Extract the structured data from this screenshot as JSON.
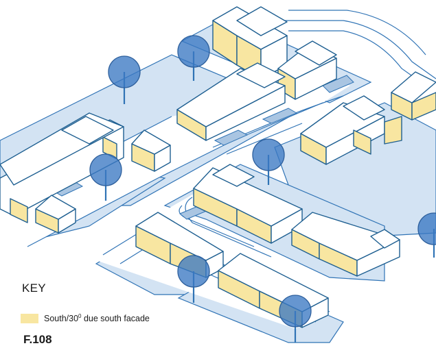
{
  "key": {
    "title": "KEY",
    "items": [
      {
        "label_main": "South/30",
        "label_sup": "0",
        "label_rest": " due south facade",
        "color": "#f8e6a1"
      }
    ]
  },
  "figure": {
    "code": "F.108"
  },
  "palette": {
    "south_facade": "#f8e6a1",
    "plot": "#d3e3f3",
    "line": "#2f73b5",
    "tree": "#3b78c3"
  }
}
